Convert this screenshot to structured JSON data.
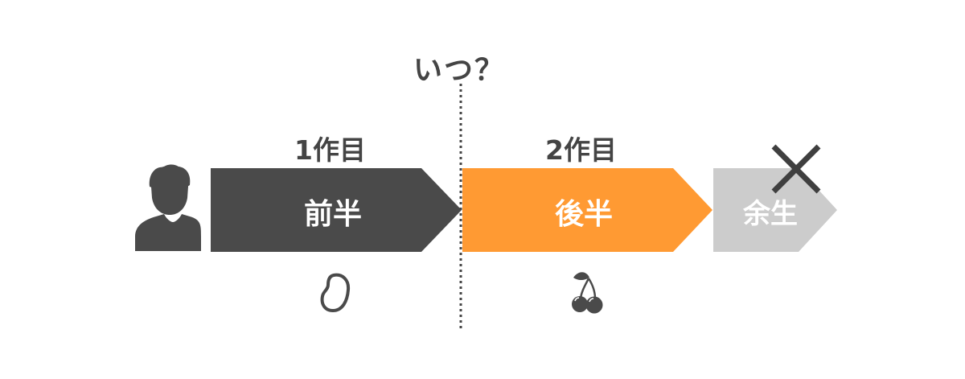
{
  "question": "いつ？",
  "stages": [
    {
      "heading": "1作目",
      "label": "前半",
      "color": "#4a4a4a"
    },
    {
      "heading": "2作目",
      "label": "後半",
      "color": "#ff9a33"
    },
    {
      "label": "余生",
      "color": "#cccccc"
    }
  ],
  "icons": {
    "person": "person-icon",
    "bean": "bean-icon",
    "cherry": "cherry-icon",
    "cross": "cross-icon"
  },
  "colors": {
    "text": "#444444",
    "icon": "#4a4a4a",
    "cross": "#3f3f3f"
  }
}
